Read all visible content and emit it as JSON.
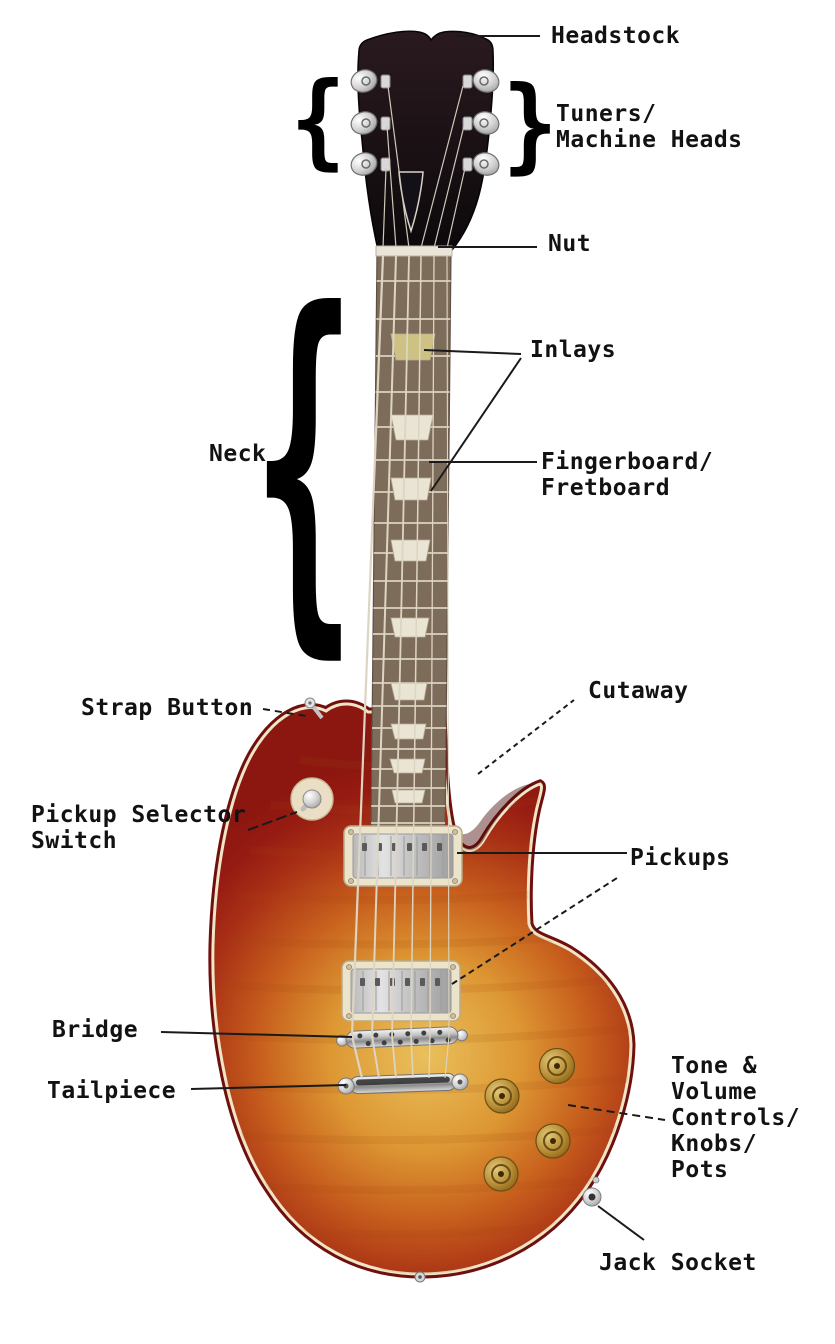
{
  "labels": {
    "headstock": "Headstock",
    "tuners": "Tuners/\nMachine Heads",
    "nut": "Nut",
    "inlays": "Inlays",
    "neck": "Neck",
    "fingerboard": "Fingerboard/\nFretboard",
    "strap_button": "Strap Button",
    "cutaway": "Cutaway",
    "pickup_selector": "Pickup Selector\nSwitch",
    "pickups": "Pickups",
    "bridge": "Bridge",
    "tailpiece": "Tailpiece",
    "tone_volume": "Tone &\nVolume\nControls/\nKnobs/\nPots",
    "jack_socket": "Jack Socket"
  },
  "braces": {
    "tuners_left": "{",
    "tuners_right": "}",
    "neck": "{"
  },
  "colors": {
    "background": "#ffffff",
    "label_text": "#121212",
    "leader_line": "#1a1a1a",
    "headstock": "#151015",
    "fretboard": "#7e6c5b",
    "fret_wire": "#cfc5b5",
    "nut": "#eae5d8",
    "inlay": "#e9e4d4",
    "inlay_third_fret": "#cdc183",
    "body_center": "#e8bc58",
    "body_mid": "#c75f1d",
    "body_edge": "#8c1710",
    "binding": "#f0e5c8",
    "hardware_chrome": "#c9c9c9",
    "knob_gold": "#b68c34",
    "pickup_ring": "#ece3cb",
    "strings": "#ddd5c2"
  }
}
